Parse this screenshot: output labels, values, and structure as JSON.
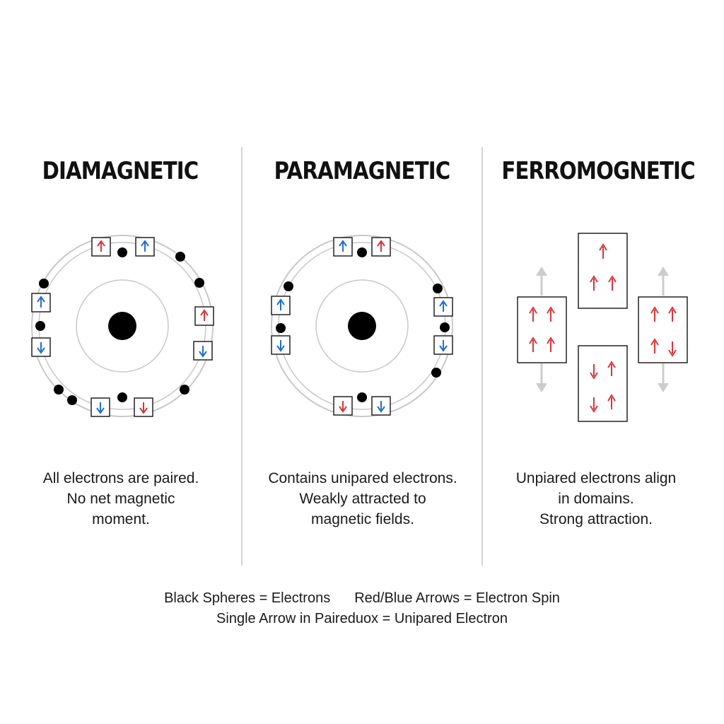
{
  "panels": [
    {
      "title": "DIAMAGNETIC",
      "description": [
        "All electrons are paired.",
        "No net magnetic",
        "moment."
      ]
    },
    {
      "title": "PARAMAGNETIC",
      "description": [
        "Contains unipared electrons.",
        "Weakly attracted to",
        "magnetic fields."
      ]
    },
    {
      "title": "FERROMOGNETIC",
      "description": [
        "Unpiared electrons align",
        "in domains.",
        "Strong attraction."
      ]
    }
  ],
  "legend": {
    "line1_left": "Black Spheres = Electrons",
    "line1_right": "Red/Blue Arrows = Electron Spin",
    "line2": "Single Arrow in Paireduox = Unipared Electron"
  },
  "colors": {
    "spin_up_red": "#d9343a",
    "spin_blue": "#1f6fd1",
    "electron": "#000000",
    "orbit": "#c8c8c8",
    "field_arrow": "#cccccc"
  }
}
